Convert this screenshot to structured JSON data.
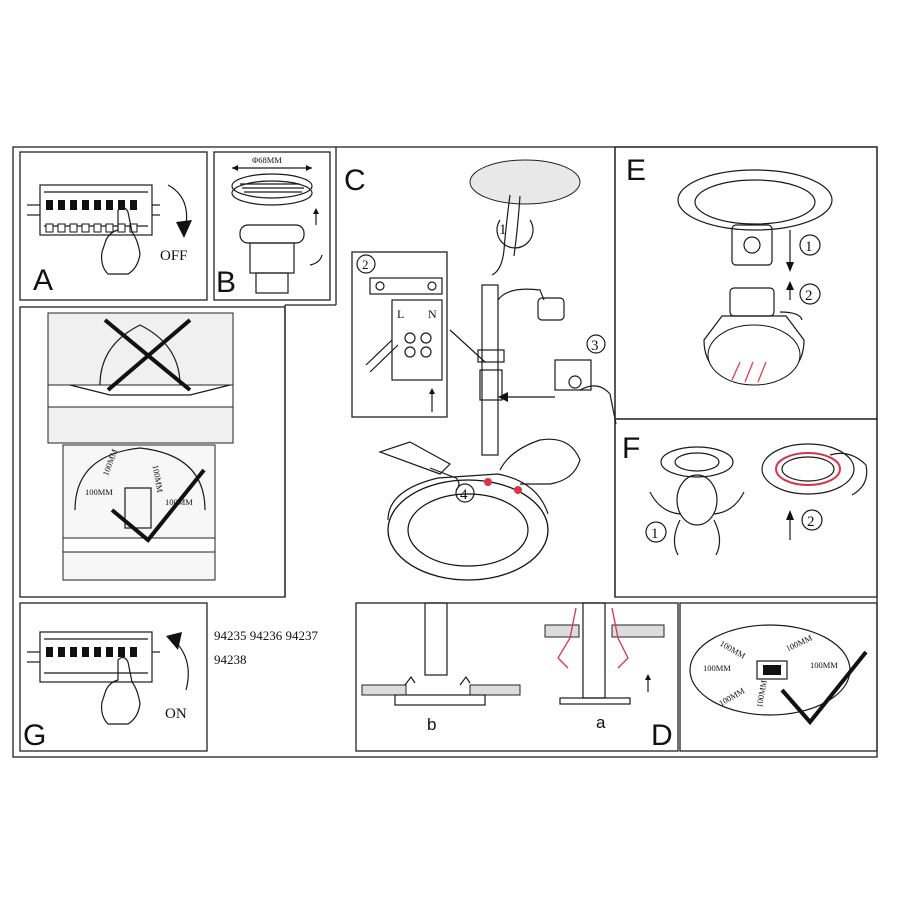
{
  "panels": {
    "a": {
      "letter": "A",
      "off_label": "OFF"
    },
    "b": {
      "letter": "B",
      "diameter_label": "Φ68MM"
    },
    "c": {
      "letter": "C",
      "steps": [
        "1",
        "2",
        "3",
        "4"
      ],
      "terminal_l": "L",
      "terminal_n": "N"
    },
    "e": {
      "letter": "E",
      "steps": [
        "1",
        "2"
      ]
    },
    "f": {
      "letter": "F",
      "steps": [
        "1",
        "2"
      ]
    },
    "g": {
      "letter": "G",
      "on_label": "ON"
    },
    "d": {
      "letter": "D",
      "sub_a": "a",
      "sub_b": "b"
    },
    "clearance": {
      "top_left": [
        "100MM",
        "100MM",
        "100MM"
      ],
      "top_right": "100MM",
      "bottom": [
        "100MM",
        "100MM",
        "100MM",
        "100MM",
        "100MM",
        "100MM"
      ]
    }
  },
  "model_numbers": {
    "line1": "94235  94236  94237",
    "line2": "94238"
  },
  "colors": {
    "lines": "#1a1a1a",
    "wire_accent": "#d9344a",
    "lamp_stripes": "#e04050"
  }
}
